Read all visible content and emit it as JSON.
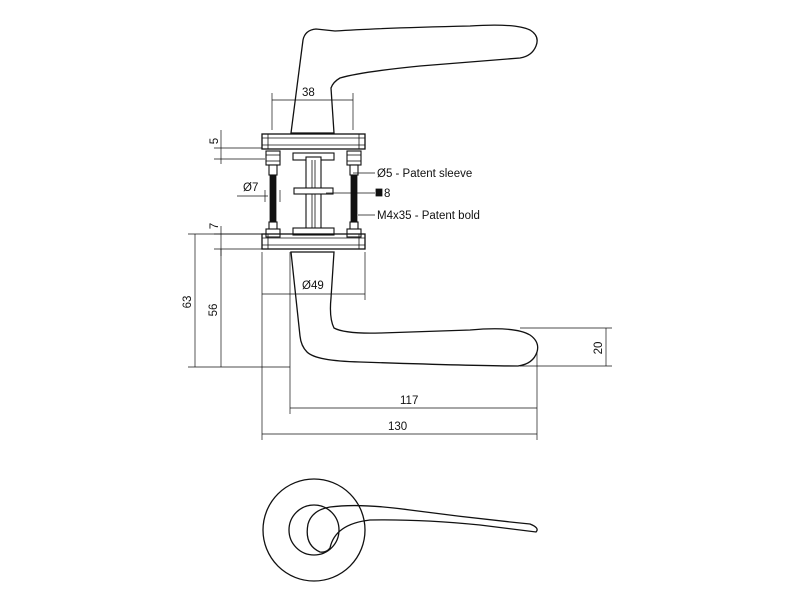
{
  "dimensions": {
    "rose_width": "38",
    "rose_thickness": "5",
    "screw_diameter": "Ø7",
    "gap": "7",
    "rose_diameter": "Ø49",
    "total_height": "63",
    "handle_height": "56",
    "handle_thickness": "20",
    "handle_length": "117",
    "total_length": "130"
  },
  "callouts": {
    "sleeve": "Ø5 - Patent sleeve",
    "spindle": "8",
    "bolt": "M4x35 - Patent bold"
  },
  "colors": {
    "line": "#111111",
    "background": "#ffffff"
  }
}
